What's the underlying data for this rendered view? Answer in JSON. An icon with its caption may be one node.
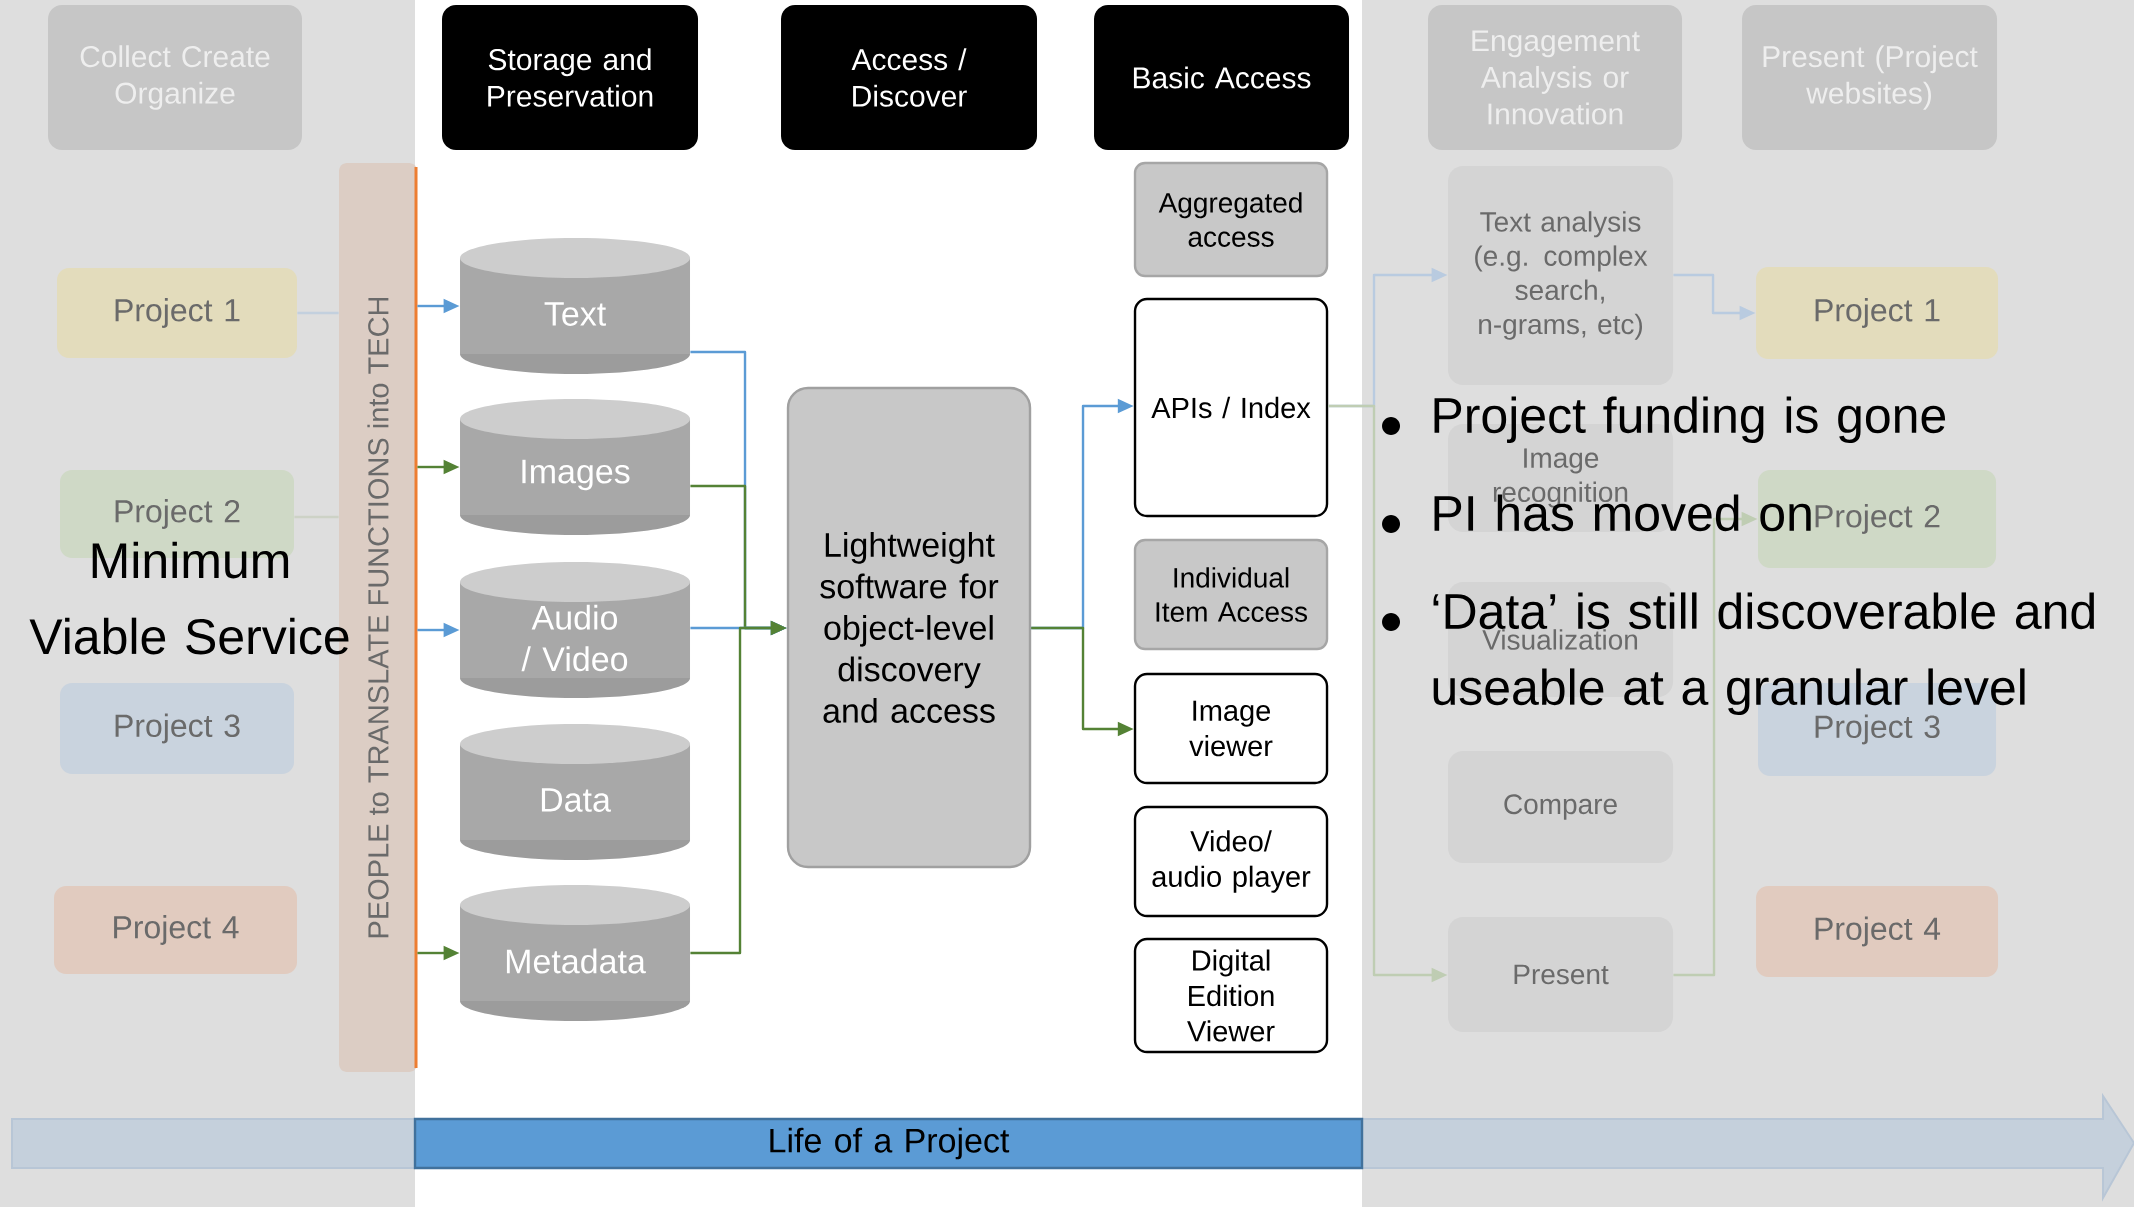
{
  "diagram": {
    "nodes": [
      {
        "text": [
          "Collect Create Organize"
        ]
      },
      {
        "text": [
          "Storage and Preservation"
        ]
      },
      {
        "text": [
          "Access / Discover"
        ]
      },
      {
        "text": [
          "Basic Access"
        ]
      },
      {
        "text": [
          "Engagement Analysis or Innovation"
        ]
      },
      {
        "text": [
          "Present (Project websites)"
        ]
      },
      {
        "text": [
          "Project 1"
        ]
      },
      {
        "text": [
          "Project 2"
        ]
      },
      {
        "text": [
          "Project 3"
        ]
      },
      {
        "text": [
          "Project 4"
        ]
      },
      {
        "text": [
          "PEOPLE to TRANSLATE FUNCTIONS into TECH"
        ]
      },
      {
        "text": [
          "Text"
        ]
      },
      {
        "text": [
          "Images"
        ]
      },
      {
        "text": [
          "Audio / Video"
        ]
      },
      {
        "text": [
          "Data"
        ]
      },
      {
        "text": [
          "Metadata"
        ]
      },
      {
        "text": [
          "Lightweight software for object-level discovery and access"
        ]
      },
      {
        "text": [
          "Aggregated access"
        ]
      },
      {
        "text": [
          "APIs / Index"
        ]
      },
      {
        "text": [
          "Individual Item Access"
        ]
      },
      {
        "text": [
          "Image viewer"
        ]
      },
      {
        "text": [
          "Video/ audio player"
        ]
      },
      {
        "text": [
          "Digital Edition Viewer"
        ]
      },
      {
        "text": [
          "Text analysis (e.g. complex search, n-grams, etc)"
        ]
      },
      {
        "text": [
          "Image recognition"
        ]
      },
      {
        "text": [
          "Visualization"
        ]
      },
      {
        "text": [
          "Compare"
        ]
      },
      {
        "text": [
          "Present"
        ]
      },
      {
        "text": [
          "Project 1"
        ]
      },
      {
        "text": [
          "Project 2"
        ]
      },
      {
        "text": [
          "Project 3"
        ]
      },
      {
        "text": [
          "Project 4"
        ]
      },
      {
        "text": [
          "Life of a Project"
        ]
      }
    ],
    "edges": [
      {
        "from": 6,
        "to": 10,
        "arrow": "none",
        "color": "#c3d0de"
      },
      {
        "from": 7,
        "to": 10,
        "arrow": "none",
        "color": "#cdd2c6"
      },
      {
        "from": 10,
        "to": 11,
        "arrow": "to",
        "color": "#5b9bd5"
      },
      {
        "from": 10,
        "to": 12,
        "arrow": "to",
        "color": "#548235"
      },
      {
        "from": 10,
        "to": 13,
        "arrow": "to",
        "color": "#5b9bd5"
      },
      {
        "from": 10,
        "to": 15,
        "arrow": "to",
        "color": "#548235"
      },
      {
        "from": 11,
        "to": 16,
        "arrow": "to",
        "color": "#5b9bd5"
      },
      {
        "from": 12,
        "to": 16,
        "arrow": "to",
        "color": "#548235"
      },
      {
        "from": 13,
        "to": 16,
        "arrow": "to",
        "color": "#5b9bd5"
      },
      {
        "from": 15,
        "to": 16,
        "arrow": "to",
        "color": "#548235"
      },
      {
        "from": 16,
        "to": 18,
        "arrow": "to",
        "color": "#5b9bd5"
      },
      {
        "from": 16,
        "to": 20,
        "arrow": "to",
        "color": "#548235"
      },
      {
        "from": 18,
        "to": 23,
        "arrow": "to",
        "color": "#b9cbe0"
      },
      {
        "from": 18,
        "to": 27,
        "arrow": "to",
        "color": "#bfcdb3"
      },
      {
        "from": 23,
        "to": 28,
        "arrow": "to",
        "color": "#b9cbe0"
      },
      {
        "from": 27,
        "to": 29,
        "arrow": "to",
        "color": "#bfcdb3"
      }
    ],
    "labels": [
      "Minimum Viable Service",
      "Project funding is gone",
      "PI has moved on",
      "‘Data’ is still discoverable and useable at a granular level"
    ]
  }
}
